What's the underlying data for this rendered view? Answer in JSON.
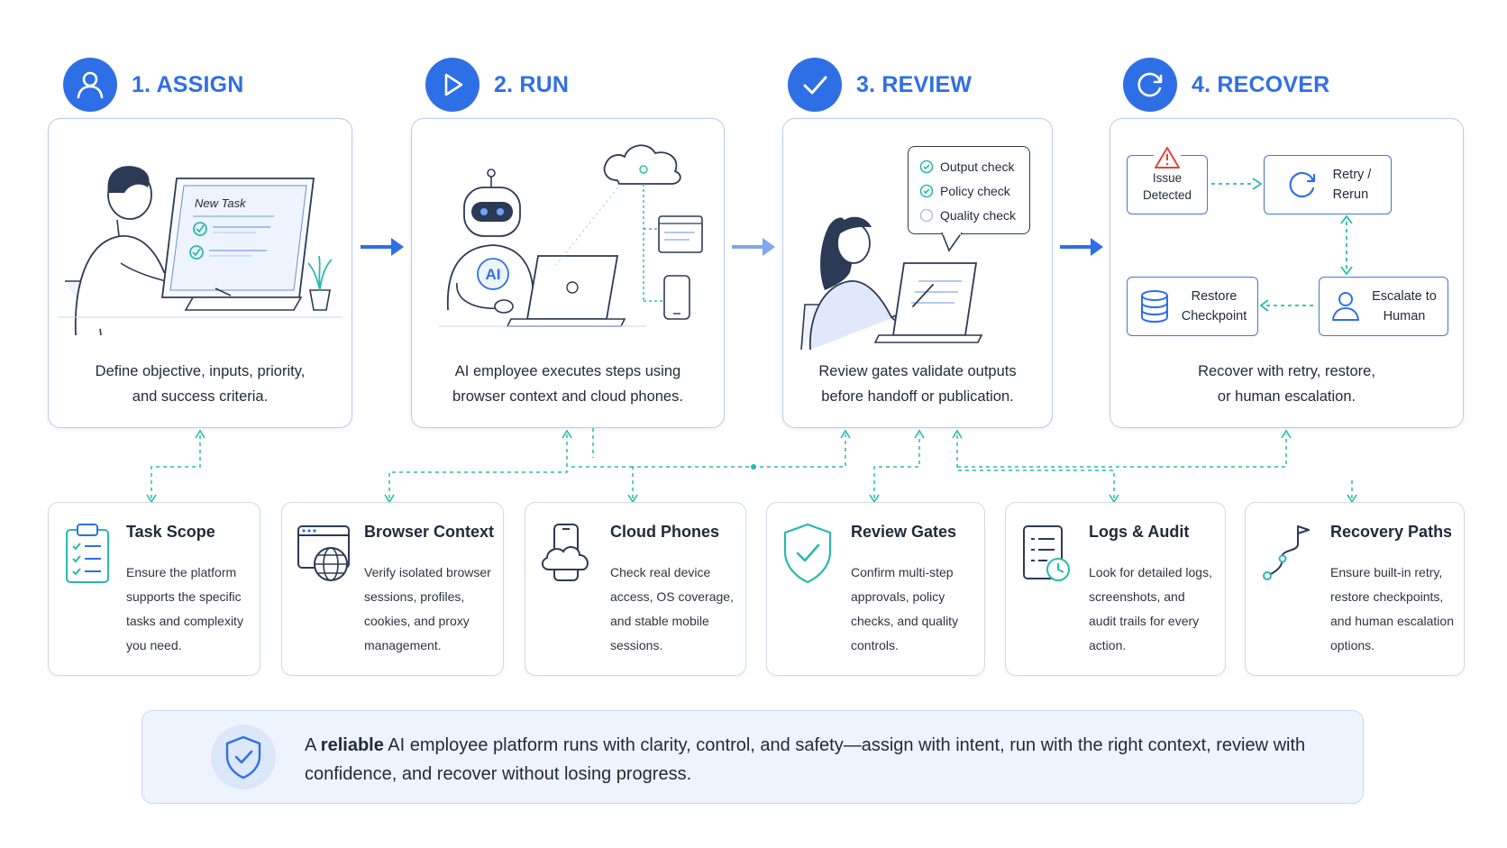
{
  "stages": [
    {
      "title": "1. ASSIGN",
      "text": [
        "Define objective, inputs, priority,",
        "and success criteria."
      ],
      "illustration_label": "New Task"
    },
    {
      "title": "2. RUN",
      "text": [
        "AI employee executes steps using",
        "browser context and cloud phones."
      ],
      "illustration_label": "AI"
    },
    {
      "title": "3. REVIEW",
      "text": [
        "Review gates validate outputs",
        "before handoff or publication."
      ],
      "checks": [
        "Output check",
        "Policy check",
        "Quality check"
      ]
    },
    {
      "title": "4. RECOVER",
      "text": [
        "Recover with retry, restore,",
        "or human escalation."
      ],
      "boxes": {
        "issue": [
          "Issue",
          "Detected"
        ],
        "retry": [
          "Retry /",
          "Rerun"
        ],
        "restore": [
          "Restore",
          "Checkpoint"
        ],
        "escalate": [
          "Escalate to",
          "Human"
        ]
      }
    }
  ],
  "cards": [
    {
      "title": "Task Scope",
      "desc": [
        "Ensure the platform",
        "supports the specific",
        "tasks and complexity",
        "you need."
      ],
      "icon": "clipboard-icon"
    },
    {
      "title": "Browser Context",
      "desc": [
        "Verify isolated browser",
        "sessions, profiles,",
        "cookies, and proxy",
        "management."
      ],
      "icon": "browser-globe-icon"
    },
    {
      "title": "Cloud Phones",
      "desc": [
        "Check real device",
        "access, OS coverage,",
        "and stable mobile",
        "sessions."
      ],
      "icon": "cloud-phone-icon"
    },
    {
      "title": "Review Gates",
      "desc": [
        "Confirm multi-step",
        "approvals, policy",
        "checks, and quality",
        "controls."
      ],
      "icon": "shield-check-icon"
    },
    {
      "title": "Logs & Audit",
      "desc": [
        "Look for detailed logs,",
        "screenshots, and",
        "audit trails for every",
        "action."
      ],
      "icon": "log-clock-icon"
    },
    {
      "title": "Recovery Paths",
      "desc": [
        "Ensure built-in retry,",
        "restore checkpoints,",
        "and human escalation",
        "options."
      ],
      "icon": "path-flag-icon"
    }
  ],
  "summary": {
    "prefix": "A ",
    "bold": "reliable",
    "rest": " AI employee platform runs with clarity, control, and safety—assign with intent, run with the right context, review with confidence, and recover without losing progress."
  },
  "colors": {
    "accent": "#2f6fe6",
    "teal": "#2bb8b0",
    "warning": "#e0453a",
    "border": "#b9cbe8"
  }
}
